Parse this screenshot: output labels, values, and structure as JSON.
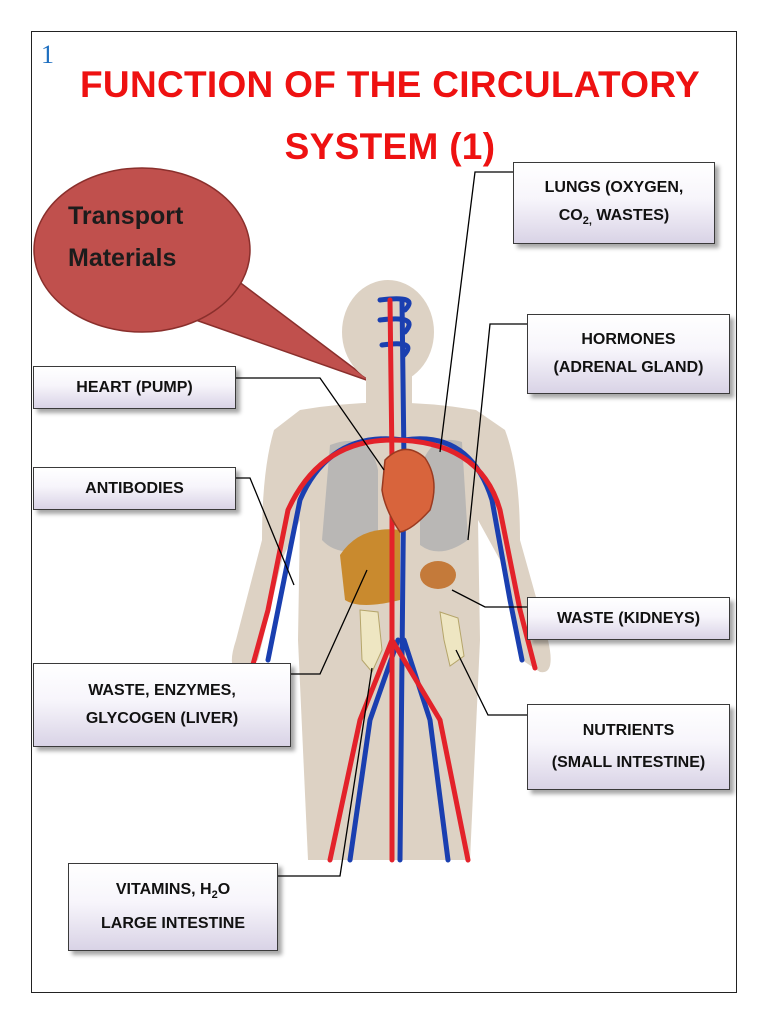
{
  "slide_number": "1",
  "title_line1": "FUNCTION OF THE CIRCULATORY",
  "title_line2": "SYSTEM (1)",
  "bubble": {
    "line1": "Transport",
    "line2": "Materials"
  },
  "labels": {
    "lungs": {
      "line1": "LUNGS (OXYGEN,",
      "line2_pre": "CO",
      "line2_sub": "2,",
      "line2_post": " WASTES)"
    },
    "hormones": {
      "line1": "HORMONES",
      "line2": "(ADRENAL GLAND)"
    },
    "heart": {
      "line1": "HEART (PUMP)"
    },
    "antibodies": {
      "line1": "ANTIBODIES"
    },
    "kidneys": {
      "line1": "WASTE (KIDNEYS)"
    },
    "liver": {
      "line1": "WASTE, ENZYMES,",
      "line2": "GLYCOGEN (LIVER)"
    },
    "small_intestine": {
      "line1": "NUTRIENTS",
      "line2": "(SMALL INTESTINE)"
    },
    "large_intestine": {
      "line1_pre": "VITAMINS, H",
      "line1_sub": "2",
      "line1_post": "O",
      "line2": "LARGE INTESTINE"
    }
  },
  "colors": {
    "title": "#ee1111",
    "bubble": "#c0504d",
    "artery": "#e3222a",
    "vein": "#1a3fb0",
    "skin": "#ddd2c4"
  }
}
